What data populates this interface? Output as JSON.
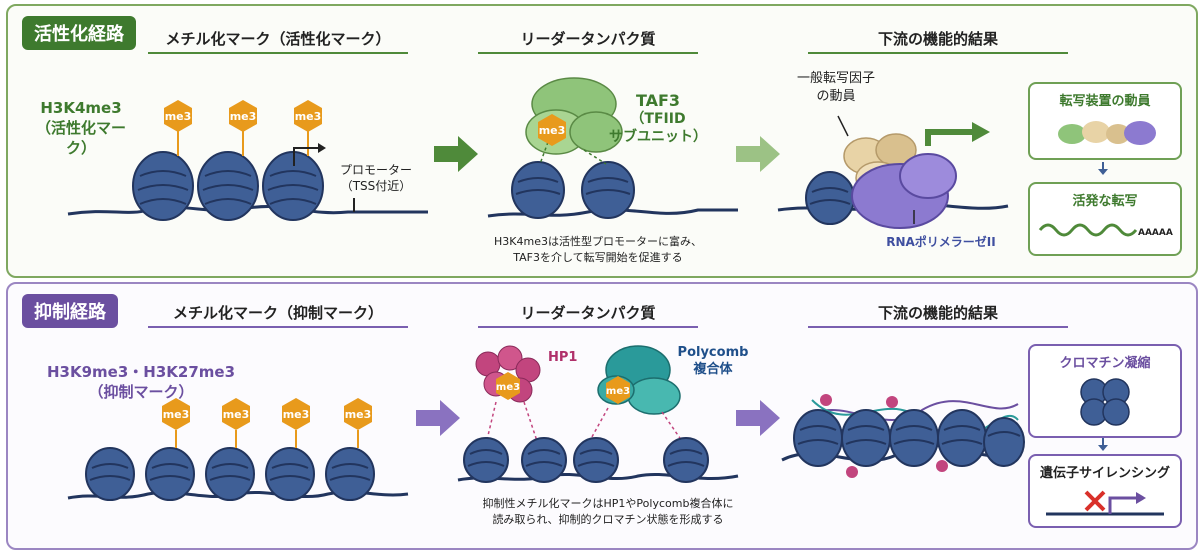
{
  "activation": {
    "title": "活性化経路",
    "col1": "メチル化マーク（活性化マーク）",
    "col2": "リーダータンパク質",
    "col3": "下流の機能的結果",
    "mark_line1": "H3K4me3",
    "mark_line2": "（活性化マーク）",
    "me3": "me3",
    "promoter_line1": "プロモーター",
    "promoter_line2": "（TSS付近）",
    "reader_line1": "TAF3",
    "reader_line2": "（TFIID",
    "reader_line3": "サブユニット）",
    "caption_line1": "H3K4me3は活性型プロモーターに富み、",
    "caption_line2": "TAF3を介して転写開始を促進する",
    "gtf_line1": "一般転写因子",
    "gtf_line2": "の動員",
    "polymerase": "RNAポリメラーゼII",
    "result1": "転写装置の動員",
    "result2": "活発な転写",
    "polya": "AAAAA"
  },
  "repression": {
    "title": "抑制経路",
    "col1": "メチル化マーク（抑制マーク）",
    "col2": "リーダータンパク質",
    "col3": "下流の機能的結果",
    "mark_line1": "H3K9me3・H3K27me3",
    "mark_line2": "（抑制マーク）",
    "me3": "me3",
    "hp1": "HP1",
    "polycomb_line1": "Polycomb",
    "polycomb_line2": "複合体",
    "caption_line1": "抑制性メチル化マークはHP1やPolycomb複合体に",
    "caption_line2": "読み取られ、抑制的クロマチン状態を形成する",
    "result1": "クロマチン凝縮",
    "result2": "遺伝子サイレンシング"
  },
  "colors": {
    "activation_accent": "#3e7a2e",
    "repression_accent": "#6b4fa0",
    "nucleosome": "#3f5f96",
    "me3_badge": "#e89a1c",
    "taf3": "#8fc47a",
    "hp1": "#c2457e",
    "polycomb": "#2a9a9a"
  }
}
